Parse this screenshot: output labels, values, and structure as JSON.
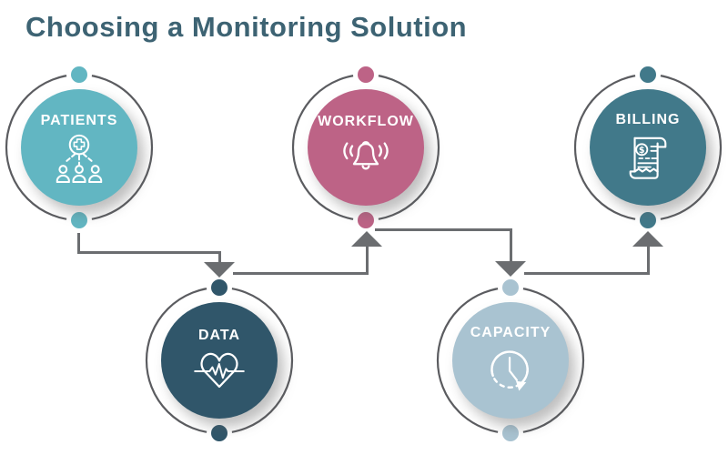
{
  "title": "Choosing a Monitoring Solution",
  "nodes": [
    {
      "id": "patients",
      "label": "PATIENTS",
      "color": "#62b6c2",
      "icon": "patients-network-icon"
    },
    {
      "id": "workflow",
      "label": "WORKFLOW",
      "color": "#bd6386",
      "icon": "notification-bell-icon"
    },
    {
      "id": "billing",
      "label": "BILLING",
      "color": "#41798a",
      "icon": "invoice-receipt-icon"
    },
    {
      "id": "data",
      "label": "DATA",
      "color": "#30566a",
      "icon": "heart-pulse-icon"
    },
    {
      "id": "capacity",
      "label": "CAPACITY",
      "color": "#a9c3d1",
      "icon": "clock-history-icon"
    }
  ],
  "connections": [
    {
      "from": "PATIENTS",
      "to": "DATA"
    },
    {
      "from": "DATA",
      "to": "WORKFLOW"
    },
    {
      "from": "WORKFLOW",
      "to": "CAPACITY"
    },
    {
      "from": "CAPACITY",
      "to": "BILLING"
    }
  ],
  "colors": {
    "background": "#ffffff",
    "title_text": "#3d6373",
    "ring": "#5b5c60",
    "connector": "#6b6d70",
    "label_text": "#ffffff"
  }
}
